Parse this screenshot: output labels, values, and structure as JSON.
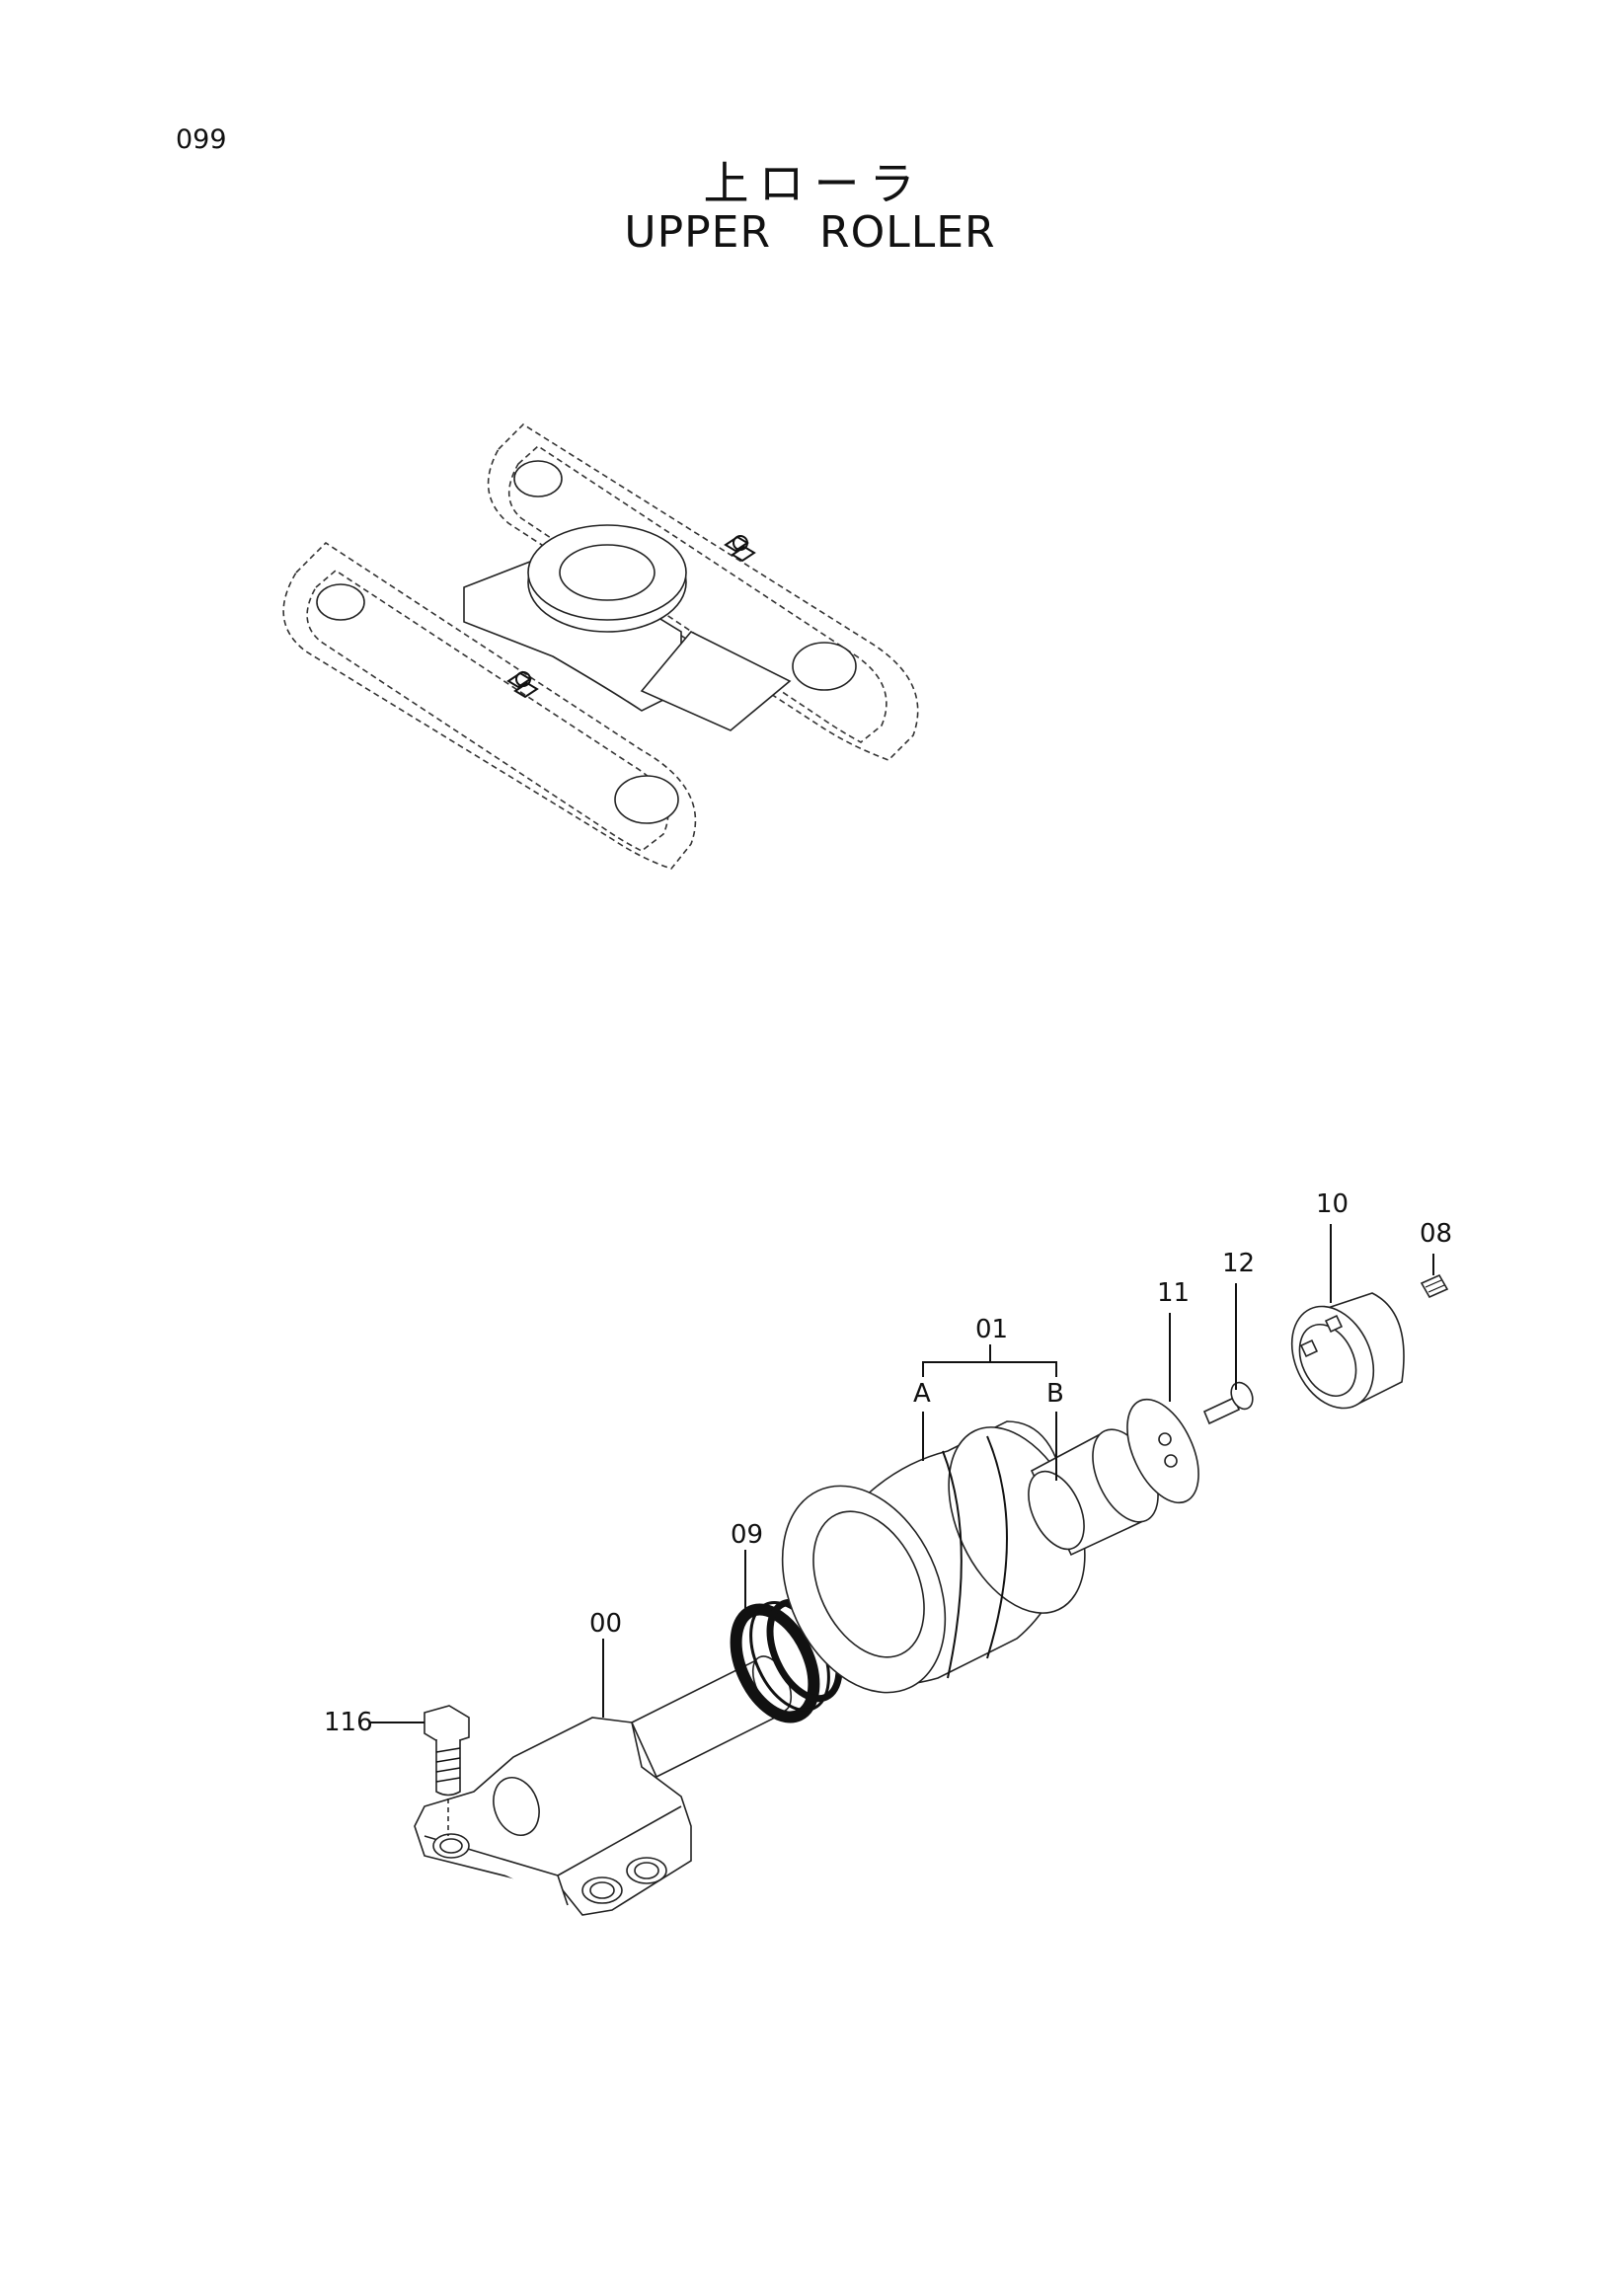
{
  "page": {
    "number": "099"
  },
  "title": {
    "japanese": "上ローラ",
    "english": "UPPER ROLLER"
  },
  "callouts": [
    {
      "id": "116",
      "part": "bolt"
    },
    {
      "id": "00",
      "part": "bracket"
    },
    {
      "id": "09",
      "part": "floating seal"
    },
    {
      "id": "01",
      "part": "roller assembly"
    },
    {
      "id": "A",
      "part": "roller"
    },
    {
      "id": "B",
      "part": "shaft"
    },
    {
      "id": "11",
      "part": "thrust plate"
    },
    {
      "id": "12",
      "part": "screw"
    },
    {
      "id": "10",
      "part": "cover"
    },
    {
      "id": "08",
      "part": "plug"
    }
  ],
  "icons": [
    "track-frame-overview-icon",
    "roller-exploded-view-icon"
  ]
}
